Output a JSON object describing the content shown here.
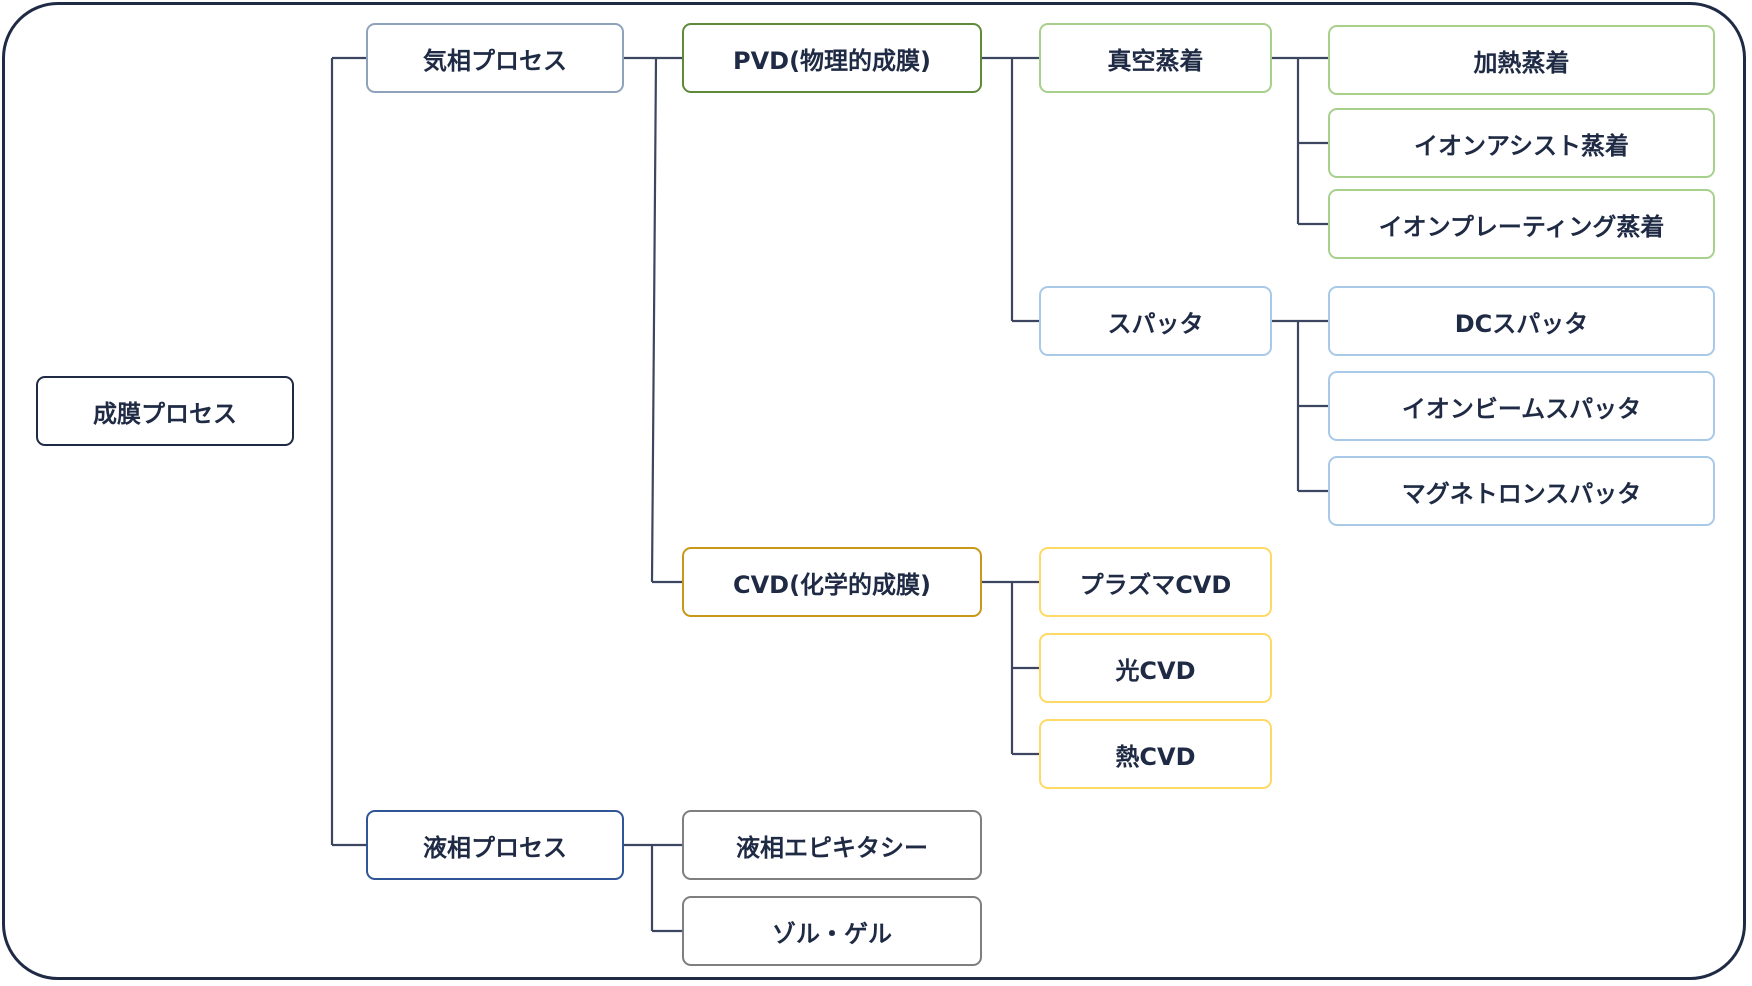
{
  "colors": {
    "frame": "#1f2a44",
    "connector": "#3d4660",
    "text": "#1f2a44",
    "root": "#1f2a44",
    "vapor": "#8ea3bb",
    "pvd": "#5f8a3a",
    "vacuum": "#a8d08d",
    "sputter": "#a9c9e8",
    "cvd": "#c9971a",
    "cvd_method": "#ffd966",
    "liquid": "#2f5597",
    "liquid_method": "#7f7f7f"
  },
  "diagram": {
    "root": {
      "label": "成膜プロセス"
    },
    "vapor": {
      "label": "気相プロセス"
    },
    "pvd": {
      "label": "PVD(物理的成膜)"
    },
    "vacuum": {
      "label": "真空蒸着"
    },
    "vacuum_methods": [
      "加熱蒸着",
      "イオンアシスト蒸着",
      "イオンプレーティング蒸着"
    ],
    "sputter": {
      "label": "スパッタ"
    },
    "sputter_methods": [
      "DCスパッタ",
      "イオンビームスパッタ",
      "マグネトロンスパッタ"
    ],
    "cvd": {
      "label": "CVD(化学的成膜)"
    },
    "cvd_methods": [
      "プラズマCVD",
      "光CVD",
      "熱CVD"
    ],
    "liquid": {
      "label": "液相プロセス"
    },
    "liquid_methods": [
      "液相エピキタシー",
      "ゾル・ゲル"
    ]
  }
}
